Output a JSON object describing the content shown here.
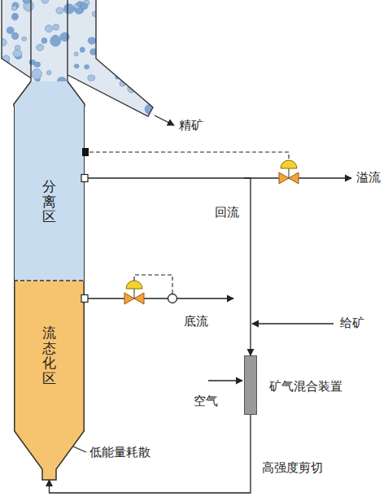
{
  "diagram": {
    "nodes": [
      {
        "text": [
          "分离区"
        ]
      },
      {
        "text": [
          "流态化区"
        ]
      },
      {
        "text": [
          "矿气混合装置"
        ]
      }
    ],
    "edges": [
      {
        "from": 0,
        "to": 2,
        "arrow": "to",
        "label": "回流"
      },
      {
        "from": 2,
        "to": 1,
        "arrow": "to",
        "label": "高强度剪切"
      }
    ],
    "labels": [
      "精矿",
      "溢流",
      "底流",
      "给矿",
      "空气",
      "低能量耗散"
    ]
  }
}
